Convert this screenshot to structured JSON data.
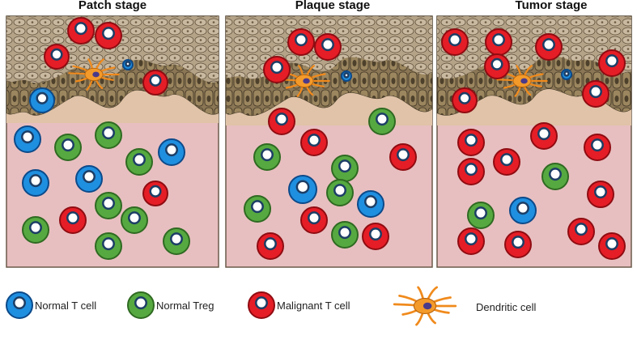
{
  "stages": [
    {
      "title": "Patch stage"
    },
    {
      "title": "Plaque stage"
    },
    {
      "title": "Tumor stage"
    }
  ],
  "legend": {
    "normal_t": "Normal T cell",
    "normal_treg": "Normal Treg",
    "malignant_t": "Malignant T cell",
    "dendritic": "Dendritic cell"
  },
  "colors": {
    "normal_t": "#1f8fe0",
    "normal_treg": "#56a940",
    "malignant_t": "#e51d26",
    "dermis": "#e7bcbc",
    "epidermis": "#7d6a4c"
  }
}
